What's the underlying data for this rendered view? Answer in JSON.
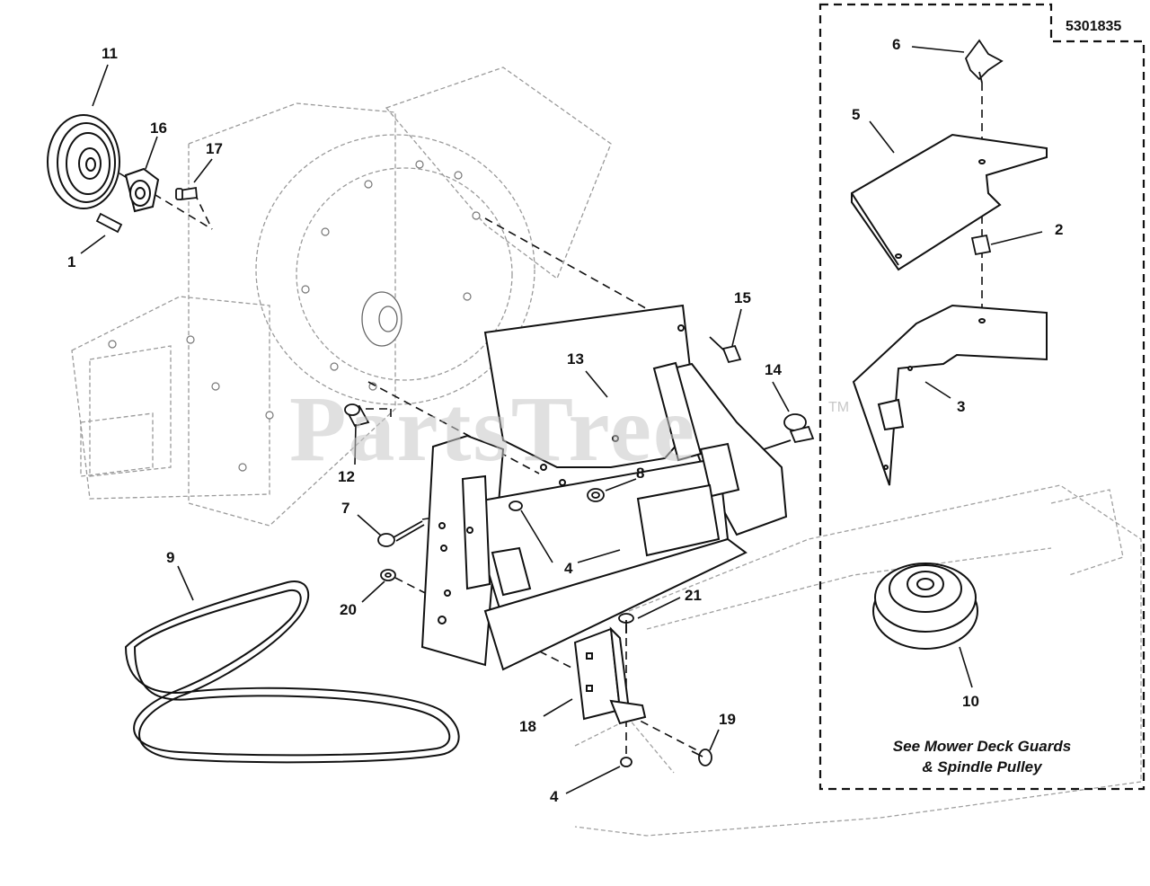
{
  "diagram": {
    "part_code": "5301835",
    "callouts": {
      "c1": "1",
      "c2": "2",
      "c3": "3",
      "c4a": "4",
      "c4b": "4",
      "c5": "5",
      "c6": "6",
      "c7": "7",
      "c8": "8",
      "c9": "9",
      "c10": "10",
      "c11": "11",
      "c12": "12",
      "c13": "13",
      "c14": "14",
      "c15": "15",
      "c16": "16",
      "c17": "17",
      "c18": "18",
      "c19": "19",
      "c20": "20",
      "c21": "21"
    },
    "note_line1": "See Mower Deck Guards",
    "note_line2": "& Spindle Pulley",
    "watermark": "PartsTree",
    "watermark_tm": "TM"
  }
}
